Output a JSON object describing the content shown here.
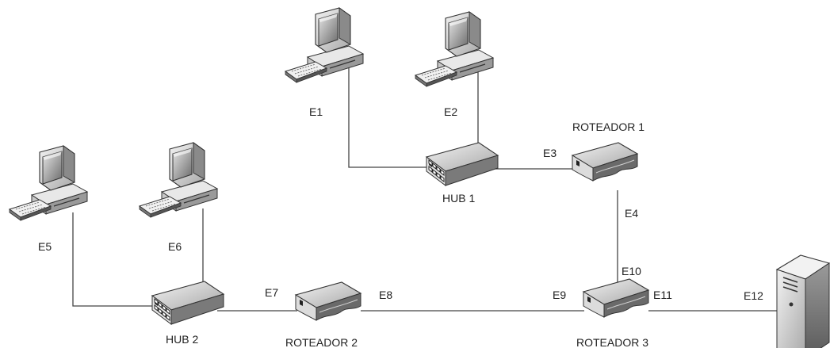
{
  "devices": {
    "computers": [
      {
        "id": "E1",
        "label": "E1",
        "icon": "desktop-computer-icon"
      },
      {
        "id": "E2",
        "label": "E2",
        "icon": "desktop-computer-icon"
      },
      {
        "id": "E5",
        "label": "E5",
        "icon": "desktop-computer-icon"
      },
      {
        "id": "E6",
        "label": "E6",
        "icon": "desktop-computer-icon"
      }
    ],
    "hubs": [
      {
        "id": "hub1",
        "label": "HUB 1",
        "icon": "hub-icon"
      },
      {
        "id": "hub2",
        "label": "HUB 2",
        "icon": "hub-icon"
      }
    ],
    "routers": [
      {
        "id": "r1",
        "label": "ROTEADOR 1",
        "icon": "router-icon"
      },
      {
        "id": "r2",
        "label": "ROTEADOR 2",
        "icon": "router-icon"
      },
      {
        "id": "r3",
        "label": "ROTEADOR 3",
        "icon": "router-icon"
      }
    ],
    "servers": [
      {
        "id": "server",
        "label": "E12",
        "icon": "server-icon"
      }
    ]
  },
  "interface_labels": {
    "e3": "E3",
    "e4": "E4",
    "e7": "E7",
    "e8": "E8",
    "e9": "E9",
    "e10": "E10",
    "e11": "E11"
  },
  "links": [
    {
      "from": "E1",
      "to": "HUB 1"
    },
    {
      "from": "E2",
      "to": "HUB 1"
    },
    {
      "from": "HUB 1",
      "to": "ROTEADOR 1"
    },
    {
      "from": "ROTEADOR 1",
      "to": "ROTEADOR 3"
    },
    {
      "from": "E5",
      "to": "HUB 2"
    },
    {
      "from": "E6",
      "to": "HUB 2"
    },
    {
      "from": "HUB 2",
      "to": "ROTEADOR 2"
    },
    {
      "from": "ROTEADOR 2",
      "to": "ROTEADOR 3"
    },
    {
      "from": "ROTEADOR 3",
      "to": "E12"
    }
  ]
}
